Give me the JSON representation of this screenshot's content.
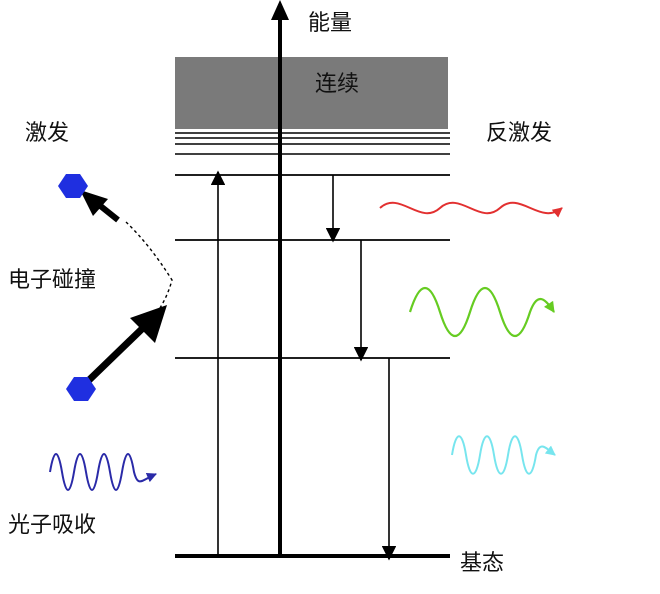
{
  "labels": {
    "energy": "能量",
    "continuum": "连续",
    "excitation": "激发",
    "de_excitation": "反激发",
    "electron_collision": "电子碰撞",
    "photon_absorption": "光子吸收",
    "ground_state": "基态"
  },
  "colors": {
    "line": "#000000",
    "continuum_band": "#7a7a7a",
    "electron": "#1f2fe0",
    "photon_red": "#e23030",
    "photon_green": "#66cc22",
    "photon_cyan": "#77e5ee",
    "photon_absorbed": "#2a2aa8"
  }
}
